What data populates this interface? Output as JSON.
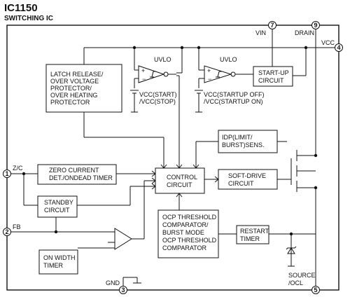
{
  "title": "IC1150",
  "subtitle": "SWITCHING IC",
  "pins": {
    "vin": {
      "num": "7",
      "label": "VIN"
    },
    "drain": {
      "num": "9",
      "label": "DRAIN"
    },
    "vcc": {
      "num": "4",
      "label": "VCC"
    },
    "zc": {
      "num": "1",
      "label": "Z/C"
    },
    "fb": {
      "num": "2",
      "label": "FB"
    },
    "gnd": {
      "num": "3",
      "label": "GND"
    },
    "source": {
      "num": "5",
      "label_lines": [
        "SOURCE",
        "/OCL"
      ]
    }
  },
  "blocks": {
    "latch": {
      "lines": [
        "LATCH RELEASE/",
        "OVER VOLTAGE",
        "PROTECTOR/",
        "OVER HEATING",
        "PROTECTOR"
      ]
    },
    "startup": {
      "lines": [
        "START-UP",
        "CIRCUIT"
      ]
    },
    "idp": {
      "lines": [
        "IDP(LIMIT/",
        "BURST)SENS."
      ]
    },
    "zero_current": {
      "lines": [
        "ZERO CURRENT",
        "DET./ONDEAD TIMER"
      ]
    },
    "control": {
      "lines": [
        "CONTROL",
        "CIRCUIT"
      ]
    },
    "soft_drive": {
      "lines": [
        "SOFT-DRIVE",
        "CIRCUIT"
      ]
    },
    "standby": {
      "lines": [
        "STANDBY",
        "CIRCUIT"
      ]
    },
    "ocp": {
      "lines": [
        "OCP THRESHOLD",
        "COMPARATOR/",
        "BURST MODE",
        "OCP THRESHOLD",
        "COMPARATOR"
      ]
    },
    "restart": {
      "lines": [
        "RESTART",
        "TIMER"
      ]
    },
    "on_width": {
      "lines": [
        "ON WIDTH",
        "TIMER"
      ]
    }
  },
  "uvlo_left": {
    "label": "UVLO",
    "vcc_lines": [
      "VCC(START)",
      "/VCC(STOP)"
    ]
  },
  "uvlo_right": {
    "label": "UVLO",
    "vcc_lines": [
      "VCC(STARTUP OFF)",
      "/VCC(STARTUP ON)"
    ]
  }
}
